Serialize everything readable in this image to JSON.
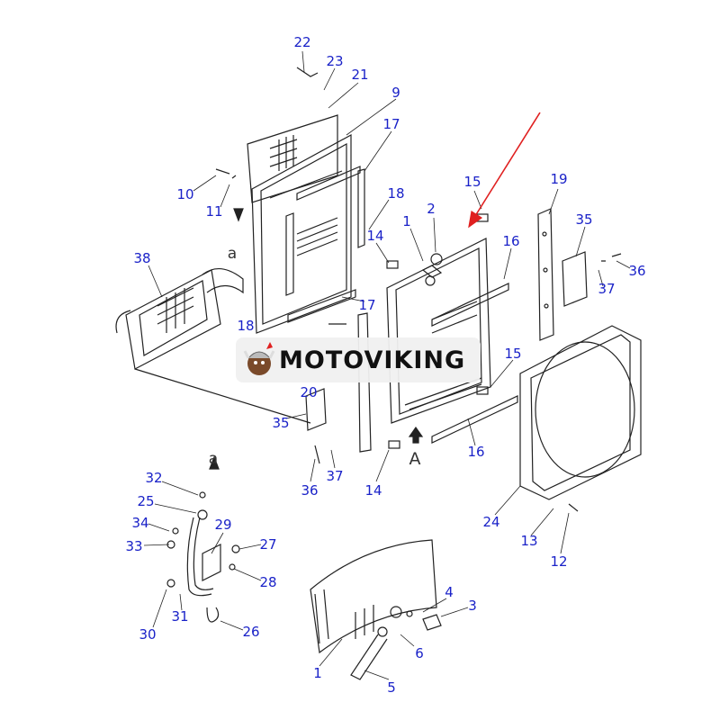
{
  "watermark": {
    "text": "MOTOVIKING"
  },
  "view_markers": {
    "a_top": "a",
    "a_bottom": "a",
    "A_main": "A"
  },
  "callouts": [
    "22",
    "23",
    "21",
    "9",
    "17",
    "10",
    "11",
    "18",
    "1",
    "2",
    "15",
    "19",
    "35",
    "14",
    "16",
    "36",
    "37",
    "38",
    "17",
    "18",
    "20",
    "15",
    "35",
    "16",
    "37",
    "36",
    "14",
    "32",
    "25",
    "29",
    "34",
    "27",
    "33",
    "28",
    "24",
    "13",
    "12",
    "4",
    "3",
    "31",
    "30",
    "26",
    "6",
    "1",
    "5"
  ],
  "colors": {
    "callout": "#1a22c8",
    "arrow": "#e02020",
    "line": "#222222"
  }
}
